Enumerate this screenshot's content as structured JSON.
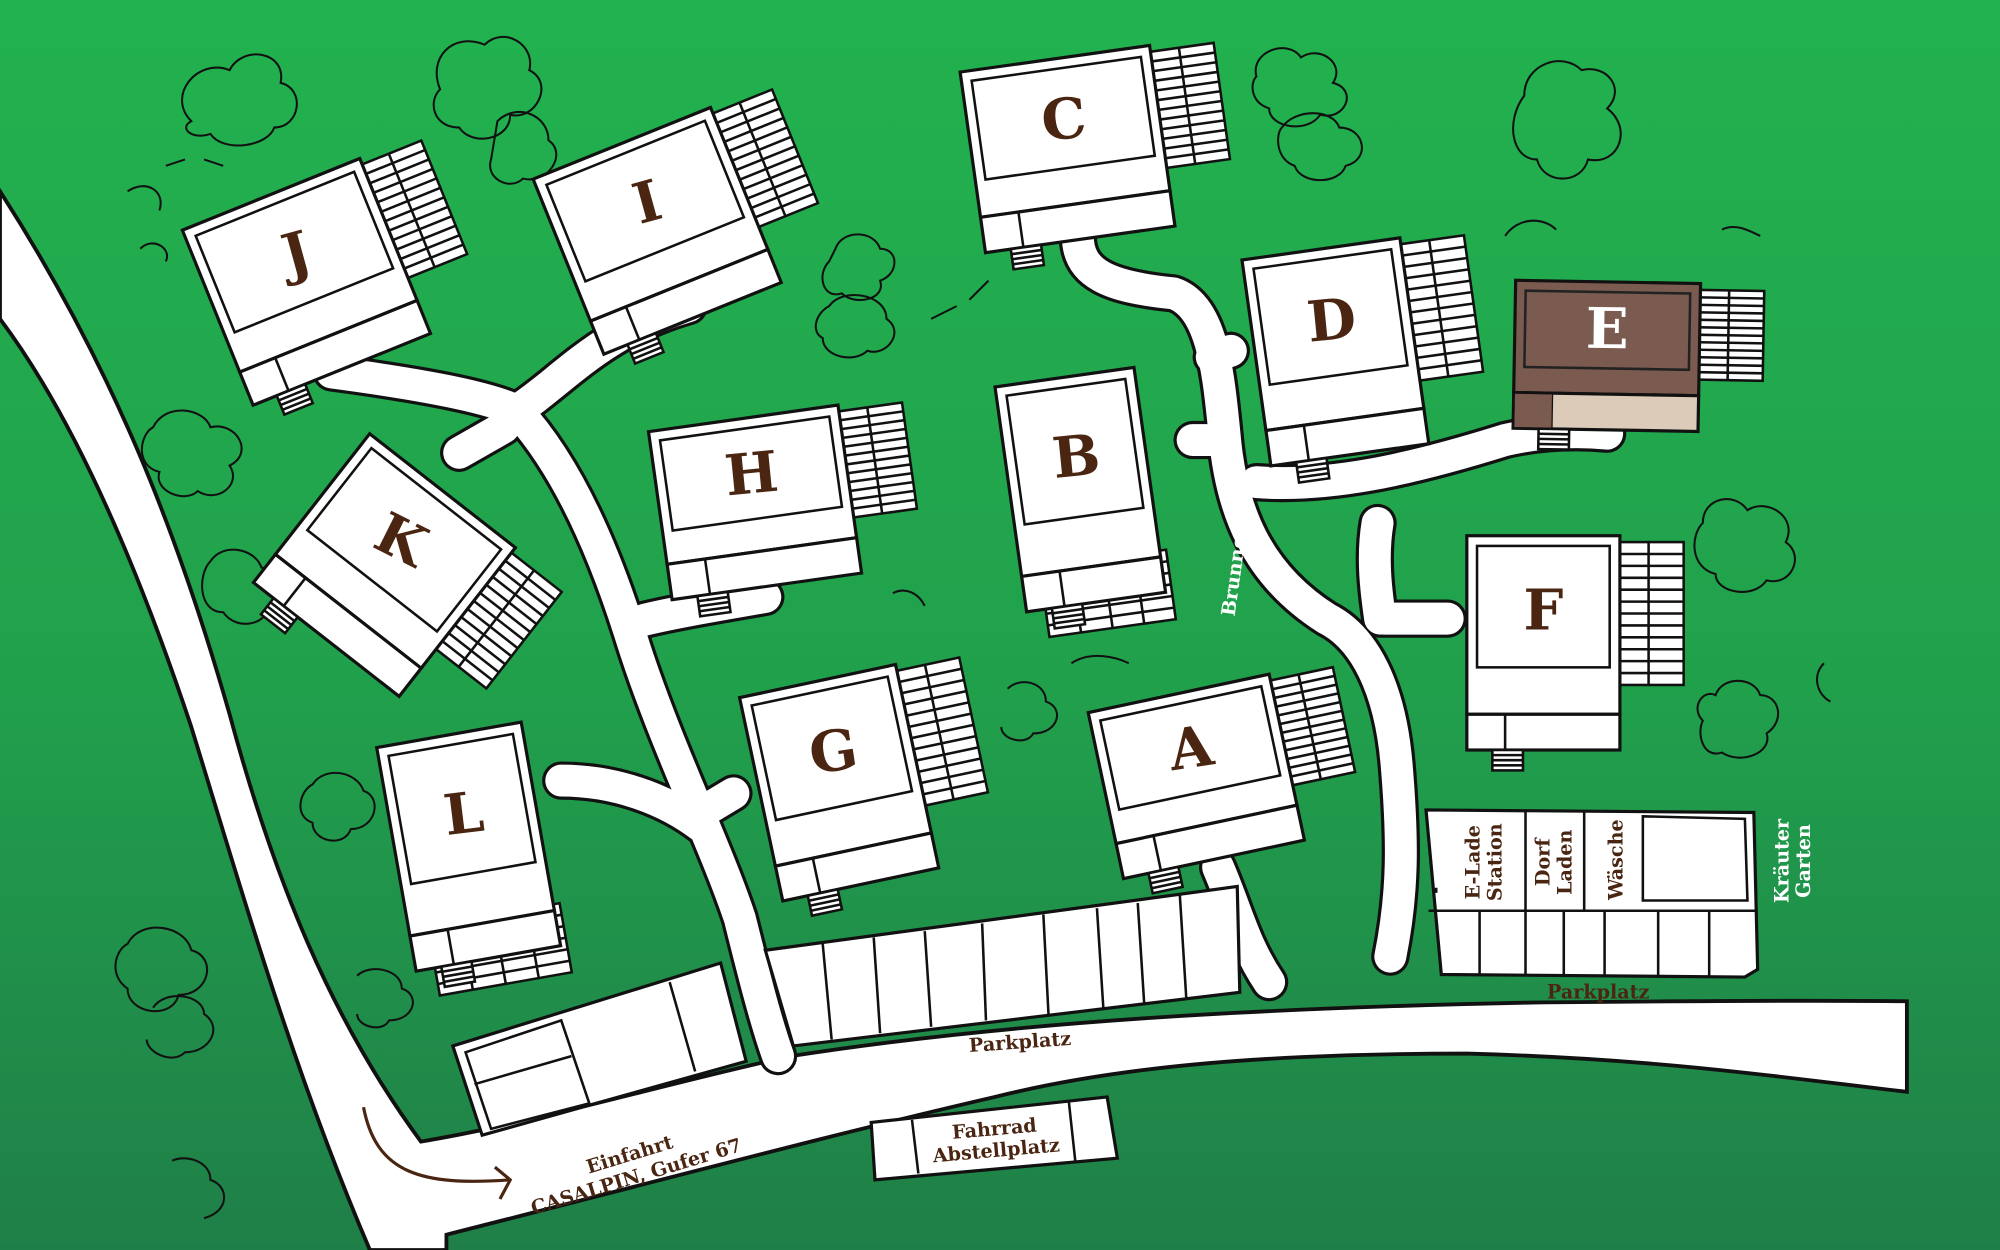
{
  "map": {
    "buildings": [
      {
        "id": "J",
        "label": "J"
      },
      {
        "id": "I",
        "label": "I"
      },
      {
        "id": "C",
        "label": "C"
      },
      {
        "id": "D",
        "label": "D"
      },
      {
        "id": "E",
        "label": "E",
        "highlighted": true
      },
      {
        "id": "B",
        "label": "B"
      },
      {
        "id": "H",
        "label": "H"
      },
      {
        "id": "K",
        "label": "K"
      },
      {
        "id": "F",
        "label": "F"
      },
      {
        "id": "G",
        "label": "G"
      },
      {
        "id": "A",
        "label": "A"
      },
      {
        "id": "L",
        "label": "L"
      }
    ],
    "labels": {
      "parkplatz_1": "Parkplatz",
      "parkplatz_2": "Parkplatz",
      "brunnen": "Brunnen",
      "einfahrt_line1": "Einfahrt",
      "einfahrt_line2": "CASALPIN, Gufer 67",
      "fahrrad_line1": "Fahrrad",
      "fahrrad_line2": "Abstellplatz",
      "elade_line1": "E-Lade",
      "elade_line2": "Station",
      "dorf_line1": "Dorf",
      "dorf_line2": "Laden",
      "waesche": "Wäsche",
      "kraeuter_line1": "Kräuter",
      "kraeuter_line2": "Garten"
    },
    "colors": {
      "grass_top": "#22b24f",
      "grass_bottom": "#1f7f48",
      "text_brown": "#4a2612",
      "highlight_building": "#7b5a4f",
      "highlight_strip": "#dccbb9"
    }
  }
}
